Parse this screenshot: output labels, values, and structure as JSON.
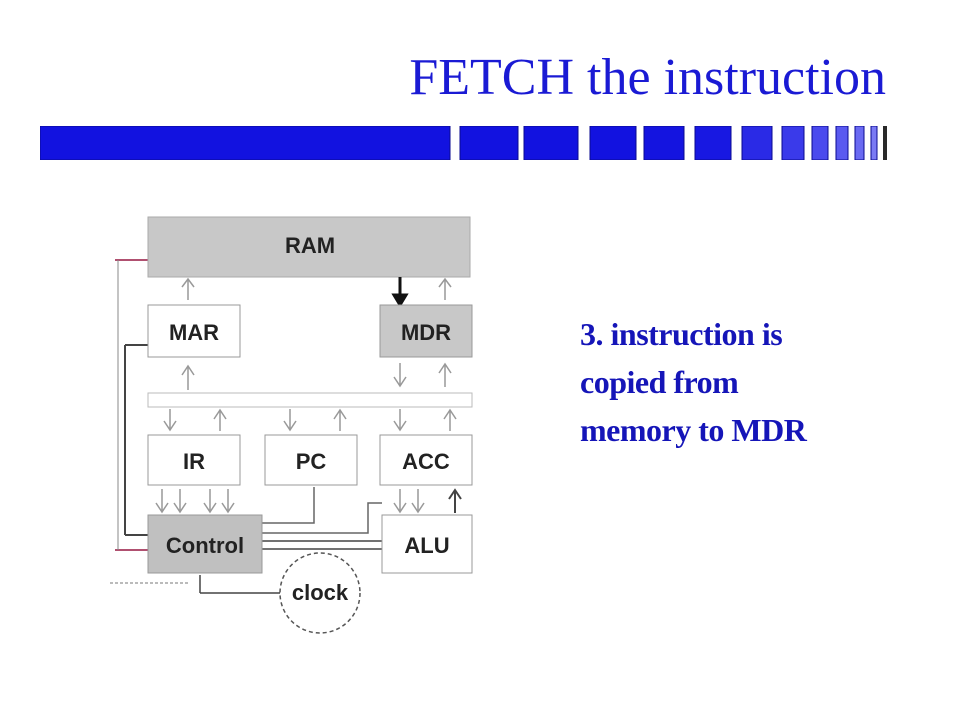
{
  "slide": {
    "title": "FETCH the instruction",
    "caption_lines": [
      "3.  instruction is",
      "copied from",
      "memory to MDR"
    ]
  },
  "diagram": {
    "labels": {
      "ram": "RAM",
      "mar": "MAR",
      "mdr": "MDR",
      "ir": "IR",
      "pc": "PC",
      "acc": "ACC",
      "control": "Control",
      "alu": "ALU",
      "clock": "clock"
    }
  },
  "colors": {
    "title": "#1a1ad4",
    "bar": "#1212e0",
    "caption": "#1515b8",
    "highlight_box": "#c8c8c8",
    "box_border": "#9a9a9a"
  }
}
